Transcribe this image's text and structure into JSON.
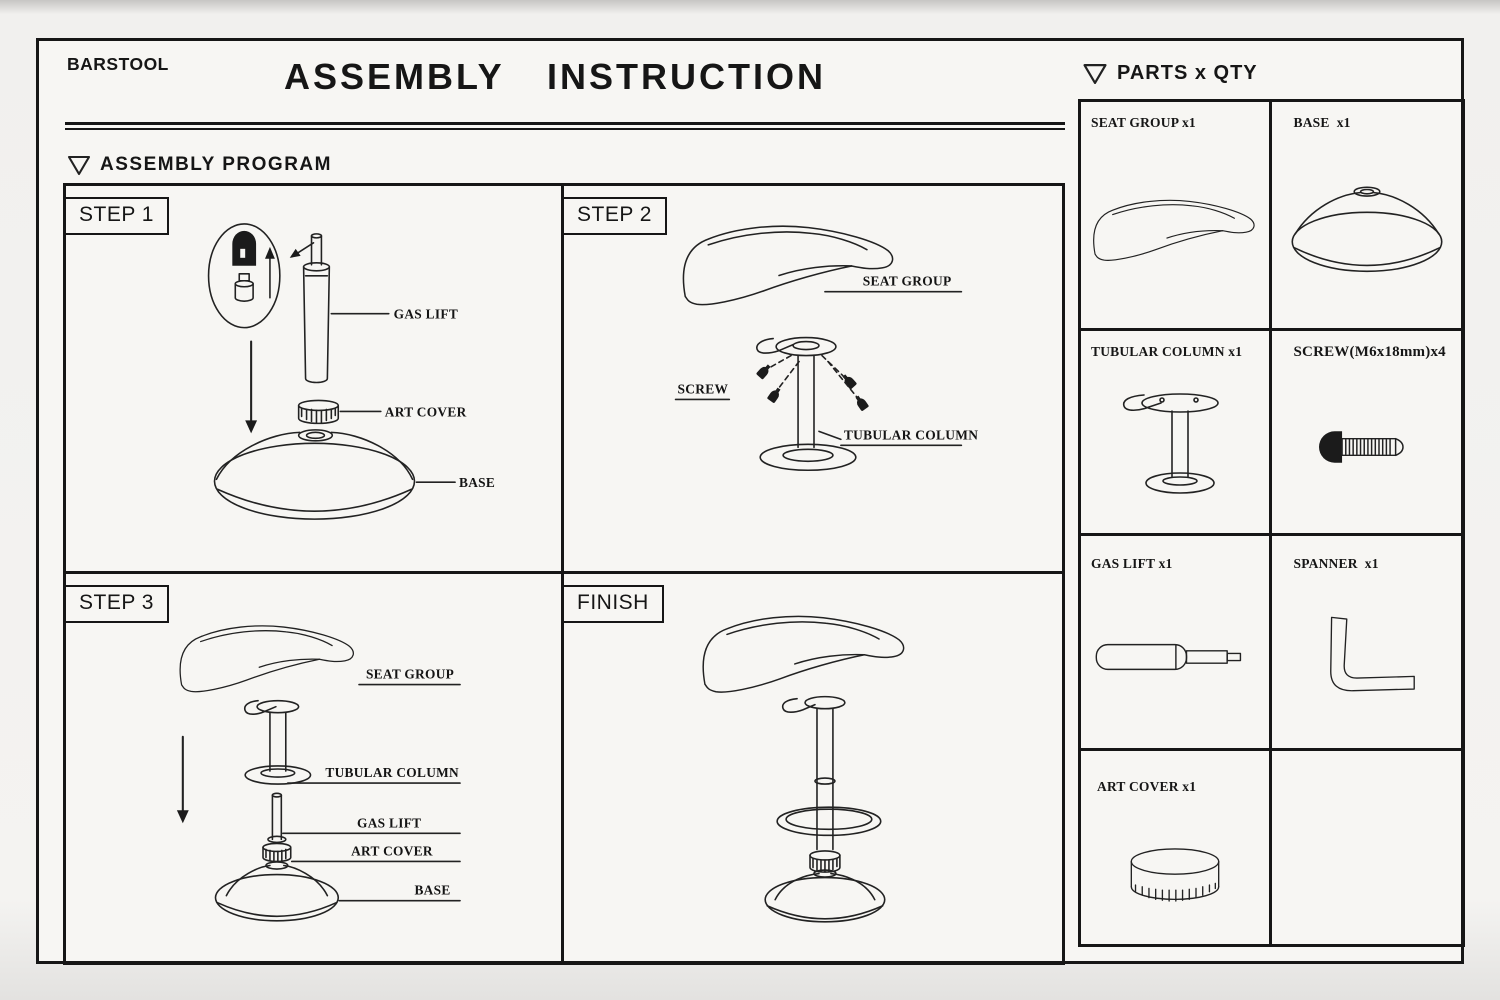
{
  "page": {
    "brand": "BARSTOOL",
    "title": "ASSEMBLY INSTRUCTION",
    "program_header": "ASSEMBLY PROGRAM",
    "parts_header": "PARTS x QTY"
  },
  "steps": [
    {
      "title": "STEP 1",
      "labels": {
        "gas_lift": "GAS LIFT",
        "art_cover": "ART COVER",
        "base": "BASE"
      }
    },
    {
      "title": "STEP 2",
      "labels": {
        "seat_group": "SEAT GROUP",
        "screw": "SCREW",
        "tubular_column": "TUBULAR COLUMN"
      }
    },
    {
      "title": "STEP 3",
      "labels": {
        "seat_group": "SEAT GROUP",
        "tubular_column": "TUBULAR COLUMN",
        "gas_lift": "GAS LIFT",
        "art_cover": "ART COVER",
        "base": "BASE"
      }
    },
    {
      "title": "FINISH",
      "labels": {}
    }
  ],
  "parts": [
    {
      "label": "SEAT GROUP x1"
    },
    {
      "label": "BASE  x1"
    },
    {
      "label": "TUBULAR COLUMN x1"
    },
    {
      "label": "SCREW(M6x18mm)x4"
    },
    {
      "label": "GAS LIFT x1"
    },
    {
      "label": "SPANNER  x1"
    },
    {
      "label": "ART COVER x1"
    }
  ],
  "colors": {
    "ink": "#1b1b1b",
    "paper": "#f7f6f3"
  }
}
